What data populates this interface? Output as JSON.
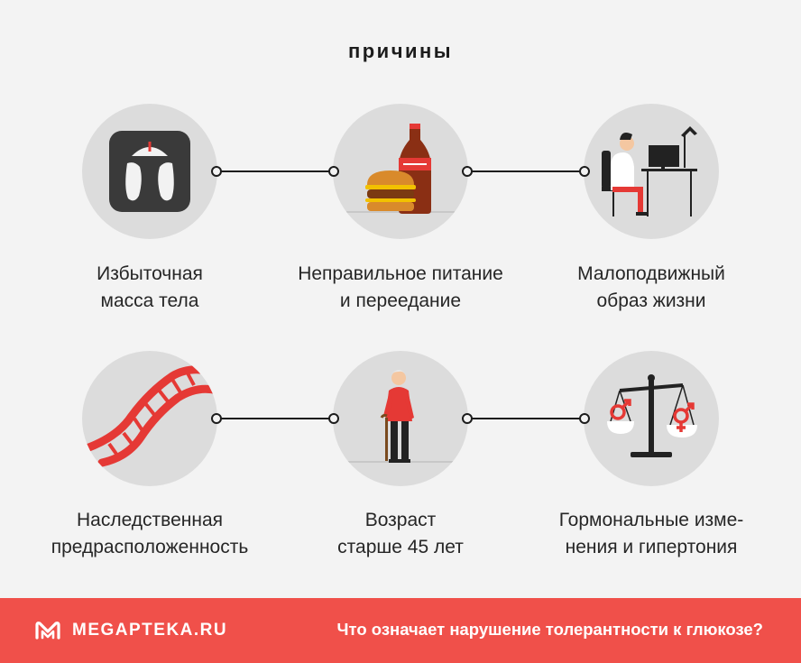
{
  "title": "причины",
  "causes": [
    {
      "line1": "Избыточная",
      "line2": "масса тела",
      "icon": "scale-icon"
    },
    {
      "line1": "Неправильное питание",
      "line2": "и переедание",
      "icon": "burger-soda-icon"
    },
    {
      "line1": "Малоподвижный",
      "line2": "образ жизни",
      "icon": "desk-worker-icon"
    },
    {
      "line1": "Наследственная",
      "line2": "предрасположенность",
      "icon": "dna-icon"
    },
    {
      "line1": "Возраст",
      "line2": "старше 45 лет",
      "icon": "elderly-man-icon"
    },
    {
      "line1": "Гормональные изме-",
      "line2": "нения и гипертония",
      "icon": "gender-balance-icon"
    }
  ],
  "footer": {
    "brand": "MEGAPTEKA.RU",
    "question": "Что означает нарушение толерантности к глюкозе?",
    "logo_icon": "m-logo-icon"
  },
  "colors": {
    "accent": "#f0504a",
    "circle": "#dcdcdc",
    "background": "#f3f3f3",
    "dark": "#3a3a3a"
  }
}
